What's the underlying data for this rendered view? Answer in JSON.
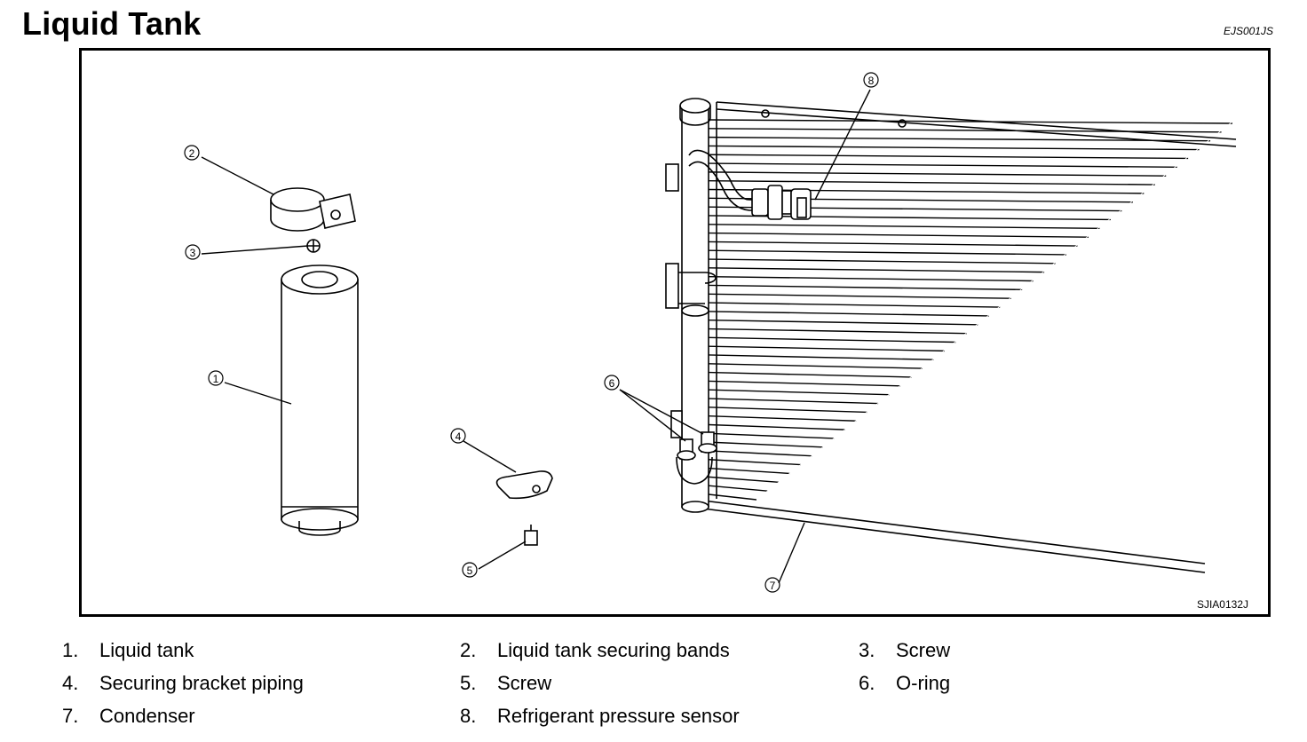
{
  "header": {
    "title": "Liquid Tank",
    "code": "EJS001JS"
  },
  "figure": {
    "code": "SJIA0132J",
    "callouts": [
      "1",
      "2",
      "3",
      "4",
      "5",
      "6",
      "7",
      "8"
    ]
  },
  "legend": [
    {
      "num": "1.",
      "label": "Liquid tank"
    },
    {
      "num": "2.",
      "label": "Liquid tank securing bands"
    },
    {
      "num": "3.",
      "label": "Screw"
    },
    {
      "num": "4.",
      "label": "Securing bracket piping"
    },
    {
      "num": "5.",
      "label": "Screw"
    },
    {
      "num": "6.",
      "label": "O-ring"
    },
    {
      "num": "7.",
      "label": "Condenser"
    },
    {
      "num": "8.",
      "label": "Refrigerant pressure sensor"
    }
  ]
}
